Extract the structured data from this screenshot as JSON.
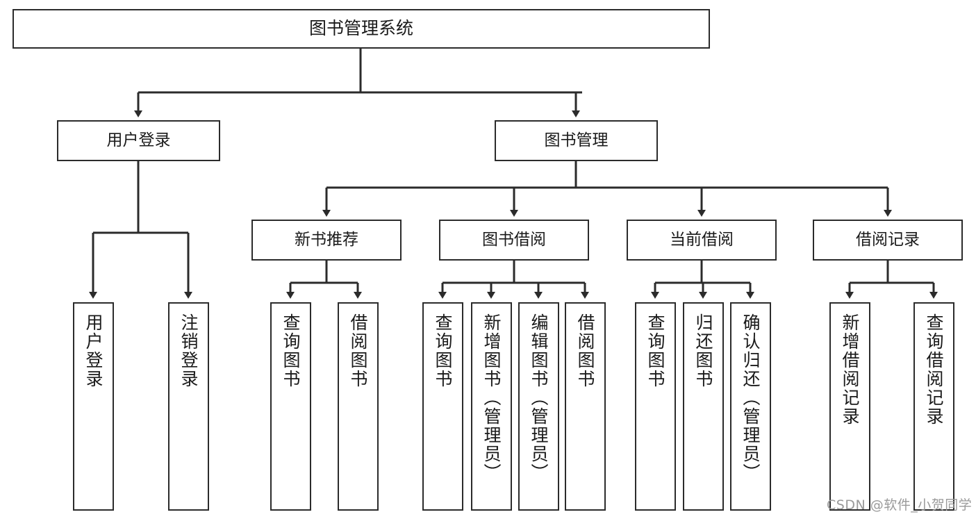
{
  "diagram": {
    "title": "图书管理系统",
    "type": "tree",
    "root": {
      "label": "图书管理系统"
    },
    "level1": [
      {
        "label": "用户登录"
      },
      {
        "label": "图书管理"
      }
    ],
    "level2": [
      {
        "label": "新书推荐"
      },
      {
        "label": "图书借阅"
      },
      {
        "label": "当前借阅"
      },
      {
        "label": "借阅记录"
      }
    ],
    "leaves": {
      "user_login": [
        {
          "label": "用户登录"
        },
        {
          "label": "注销登录"
        }
      ],
      "new_book_recommend": [
        {
          "label": "查询图书"
        },
        {
          "label": "借阅图书"
        }
      ],
      "book_borrow": [
        {
          "label": "查询图书"
        },
        {
          "label": "新增图书（管理员）"
        },
        {
          "label": "编辑图书（管理员）"
        },
        {
          "label": "借阅图书"
        }
      ],
      "current_borrow": [
        {
          "label": "查询图书"
        },
        {
          "label": "归还图书"
        },
        {
          "label": "确认归还（管理员）"
        }
      ],
      "borrow_record": [
        {
          "label": "新增借阅记录"
        },
        {
          "label": "查询借阅记录"
        }
      ]
    }
  },
  "watermark": {
    "text": "CSDN @软件_小贺同学"
  },
  "colors": {
    "stroke": "#2b2b2b",
    "fill": "#ffffff",
    "text": "#1a1a1a",
    "watermark": "#9a9a9a"
  }
}
